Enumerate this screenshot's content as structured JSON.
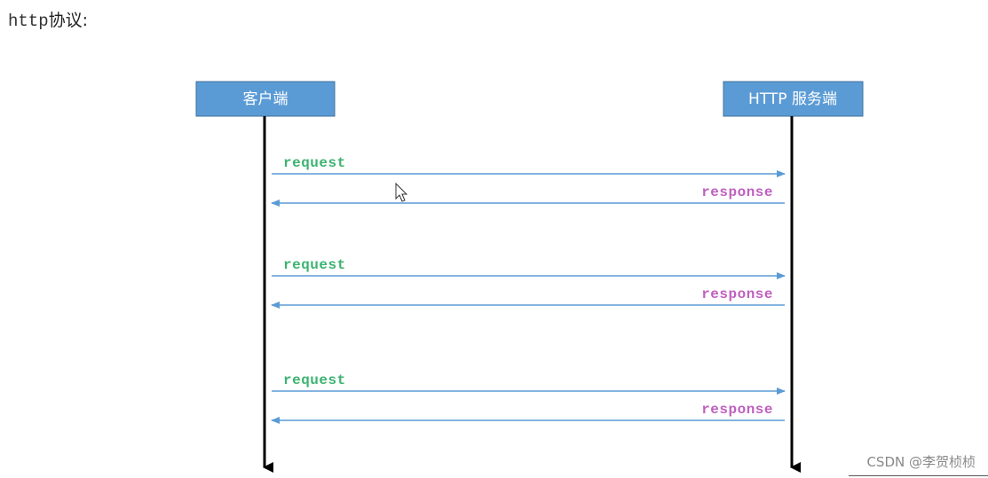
{
  "heading": {
    "prefix": "http",
    "suffix": "协议:"
  },
  "participants": {
    "client": "客户端",
    "server": "HTTP 服务端"
  },
  "messages": [
    {
      "label": "request",
      "direction": "to-server"
    },
    {
      "label": "response",
      "direction": "to-client"
    },
    {
      "label": "request",
      "direction": "to-server"
    },
    {
      "label": "response",
      "direction": "to-client"
    },
    {
      "label": "request",
      "direction": "to-server"
    },
    {
      "label": "response",
      "direction": "to-client"
    }
  ],
  "colors": {
    "box_fill": "#5b9bd5",
    "box_border": "#41719c",
    "lifeline": "#000000",
    "arrow": "#5b9bd5",
    "request_text": "#3cb371",
    "response_text": "#c060c0"
  },
  "watermark": "CSDN @李贺桢桢"
}
